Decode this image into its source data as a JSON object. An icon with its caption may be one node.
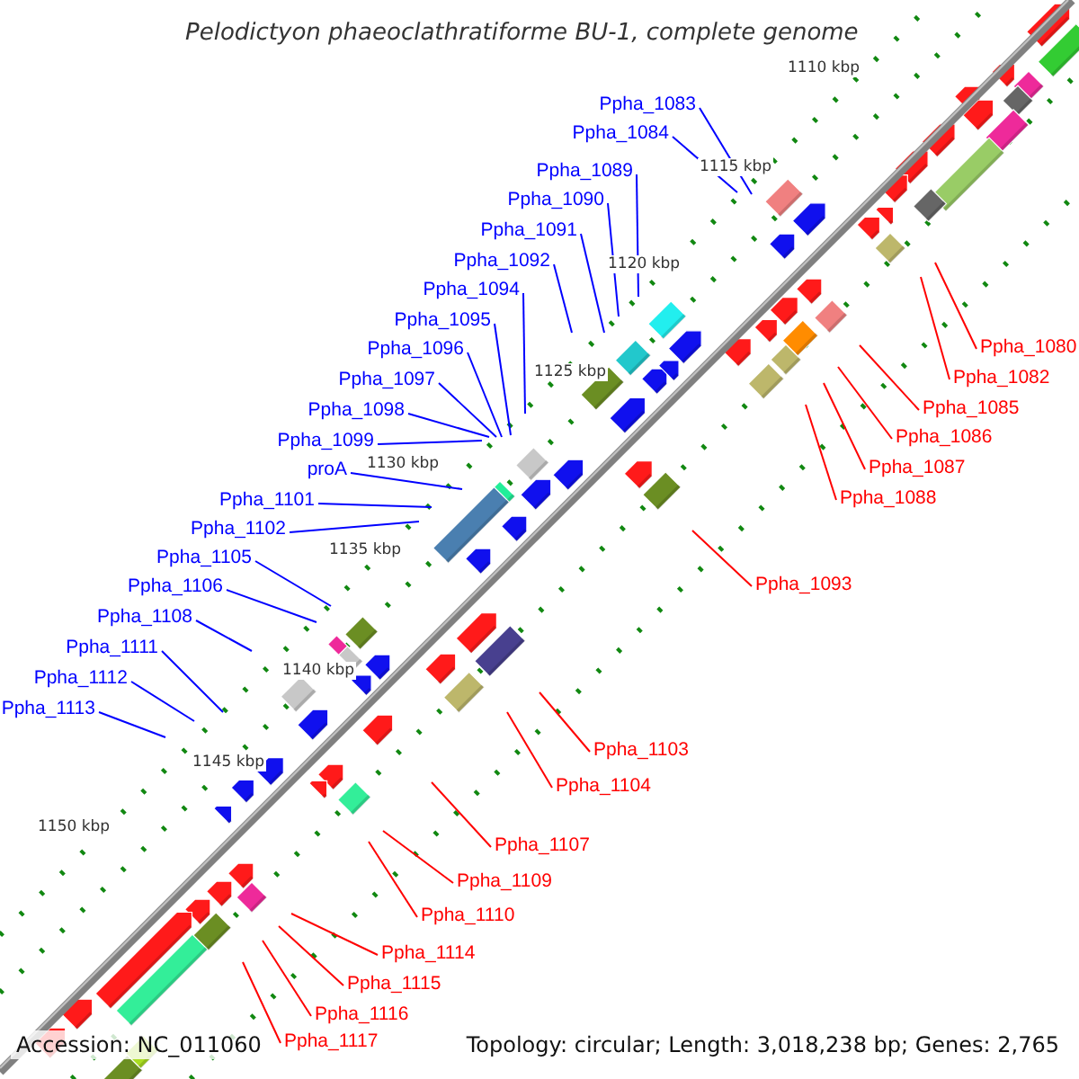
{
  "diagram": {
    "title": "Pelodictyon phaeoclathratiforme BU-1, complete genome",
    "nodes": [
      {
        "text": [
          "Ppha_1083"
        ]
      },
      {
        "text": [
          "Ppha_1084"
        ]
      },
      {
        "text": [
          "Ppha_1089"
        ]
      },
      {
        "text": [
          "Ppha_1090"
        ]
      },
      {
        "text": [
          "Ppha_1091"
        ]
      },
      {
        "text": [
          "Ppha_1092"
        ]
      },
      {
        "text": [
          "Ppha_1094"
        ]
      },
      {
        "text": [
          "Ppha_1095"
        ]
      },
      {
        "text": [
          "Ppha_1096"
        ]
      },
      {
        "text": [
          "Ppha_1097"
        ]
      },
      {
        "text": [
          "Ppha_1098"
        ]
      },
      {
        "text": [
          "Ppha_1099"
        ]
      },
      {
        "text": [
          "proA"
        ]
      },
      {
        "text": [
          "Ppha_1101"
        ]
      },
      {
        "text": [
          "Ppha_1102"
        ]
      },
      {
        "text": [
          "Ppha_1105"
        ]
      },
      {
        "text": [
          "Ppha_1106"
        ]
      },
      {
        "text": [
          "Ppha_1108"
        ]
      },
      {
        "text": [
          "Ppha_1111"
        ]
      },
      {
        "text": [
          "Ppha_1112"
        ]
      },
      {
        "text": [
          "Ppha_1113"
        ]
      },
      {
        "text": [
          "Ppha_1080"
        ]
      },
      {
        "text": [
          "Ppha_1082"
        ]
      },
      {
        "text": [
          "Ppha_1085"
        ]
      },
      {
        "text": [
          "Ppha_1086"
        ]
      },
      {
        "text": [
          "Ppha_1087"
        ]
      },
      {
        "text": [
          "Ppha_1088"
        ]
      },
      {
        "text": [
          "Ppha_1093"
        ]
      },
      {
        "text": [
          "Ppha_1103"
        ]
      },
      {
        "text": [
          "Ppha_1104"
        ]
      },
      {
        "text": [
          "Ppha_1107"
        ]
      },
      {
        "text": [
          "Ppha_1109"
        ]
      },
      {
        "text": [
          "Ppha_1110"
        ]
      },
      {
        "text": [
          "Ppha_1114"
        ]
      },
      {
        "text": [
          "Ppha_1115"
        ]
      },
      {
        "text": [
          "Ppha_1116"
        ]
      },
      {
        "text": [
          "Ppha_1117"
        ]
      }
    ],
    "edges": [
      {
        "from": 0,
        "to": null,
        "arrow": "none"
      },
      {
        "from": 1,
        "to": null,
        "arrow": "none"
      },
      {
        "from": 2,
        "to": null,
        "arrow": "none"
      },
      {
        "from": 3,
        "to": null,
        "arrow": "none"
      },
      {
        "from": 4,
        "to": null,
        "arrow": "none"
      },
      {
        "from": 5,
        "to": null,
        "arrow": "none"
      },
      {
        "from": 6,
        "to": null,
        "arrow": "none"
      },
      {
        "from": 7,
        "to": null,
        "arrow": "none"
      },
      {
        "from": 8,
        "to": null,
        "arrow": "none"
      },
      {
        "from": 9,
        "to": null,
        "arrow": "none"
      },
      {
        "from": 10,
        "to": null,
        "arrow": "none"
      },
      {
        "from": 11,
        "to": null,
        "arrow": "none"
      },
      {
        "from": 12,
        "to": null,
        "arrow": "none"
      },
      {
        "from": 13,
        "to": null,
        "arrow": "none"
      },
      {
        "from": 14,
        "to": null,
        "arrow": "none"
      },
      {
        "from": 15,
        "to": null,
        "arrow": "none"
      },
      {
        "from": 16,
        "to": null,
        "arrow": "none"
      },
      {
        "from": 17,
        "to": null,
        "arrow": "none"
      },
      {
        "from": 18,
        "to": null,
        "arrow": "none"
      },
      {
        "from": 19,
        "to": null,
        "arrow": "none"
      },
      {
        "from": 20,
        "to": null,
        "arrow": "none"
      },
      {
        "from": 21,
        "to": null,
        "arrow": "none",
        "color": "#ff0000"
      },
      {
        "from": 22,
        "to": null,
        "arrow": "none",
        "color": "#ff0000"
      },
      {
        "from": 23,
        "to": null,
        "arrow": "none",
        "color": "#ff0000"
      },
      {
        "from": 24,
        "to": null,
        "arrow": "none",
        "color": "#ff0000"
      },
      {
        "from": 25,
        "to": null,
        "arrow": "none",
        "color": "#ff0000"
      },
      {
        "from": 26,
        "to": null,
        "arrow": "none",
        "color": "#ff0000"
      },
      {
        "from": 27,
        "to": null,
        "arrow": "none",
        "color": "#ff0000"
      },
      {
        "from": 28,
        "to": null,
        "arrow": "none",
        "color": "#ff0000"
      },
      {
        "from": 29,
        "to": null,
        "arrow": "none",
        "color": "#ff0000"
      },
      {
        "from": 30,
        "to": null,
        "arrow": "none",
        "color": "#ff0000"
      },
      {
        "from": 31,
        "to": null,
        "arrow": "none",
        "color": "#ff0000"
      },
      {
        "from": 32,
        "to": null,
        "arrow": "none",
        "color": "#ff0000"
      },
      {
        "from": 33,
        "to": null,
        "arrow": "none",
        "color": "#ff0000"
      },
      {
        "from": 34,
        "to": null,
        "arrow": "none",
        "color": "#ff0000"
      },
      {
        "from": 35,
        "to": null,
        "arrow": "none",
        "color": "#ff0000"
      },
      {
        "from": 36,
        "to": null,
        "arrow": "none",
        "color": "#ff0000"
      }
    ],
    "labels": [
      "1110 kbp",
      "1115 kbp",
      "1120 kbp",
      "1125 kbp",
      "1130 kbp",
      "1135 kbp",
      "1140 kbp",
      "1145 kbp",
      "1150 kbp",
      "Accession: NC_011060",
      "Topology: circular; Length: 3,018,238 bp; Genes: 2,765"
    ]
  }
}
